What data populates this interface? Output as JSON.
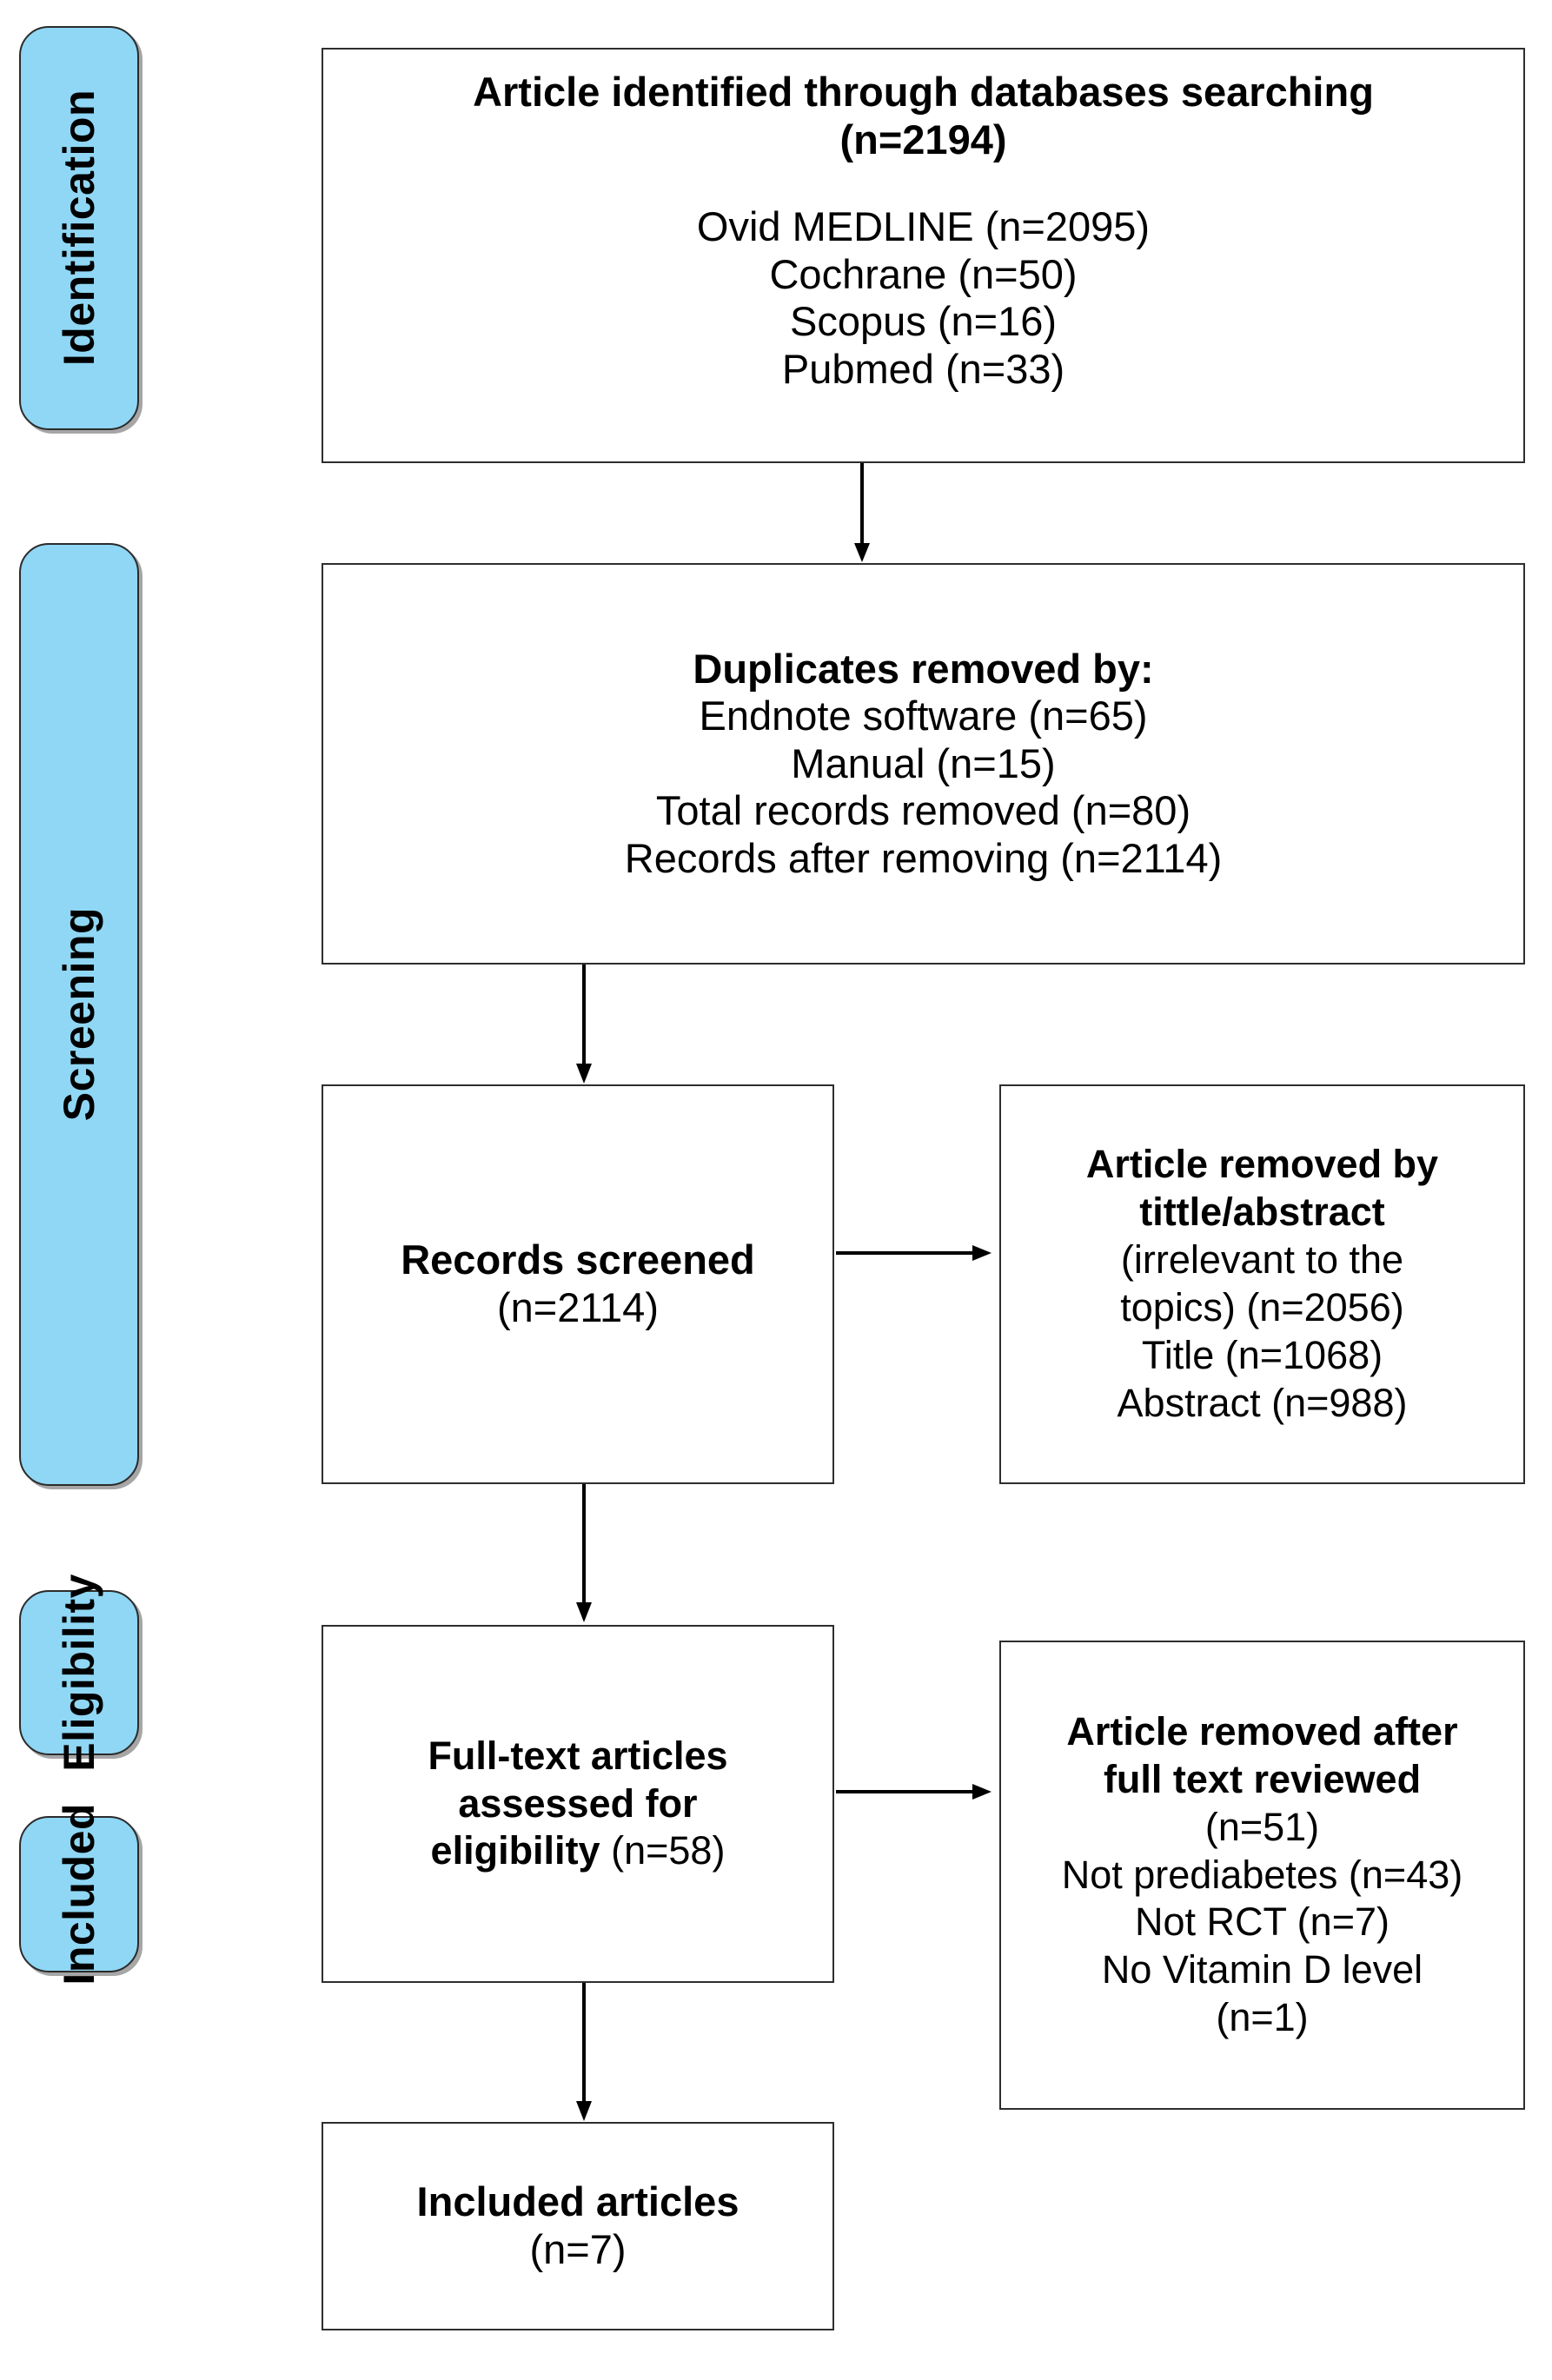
{
  "diagram": {
    "title": "PRISMA flow diagram",
    "accent_color": "#8FD7F4",
    "border_color": "#2e2e2e",
    "background_color": "#FFFFFF"
  },
  "stages": [
    {
      "label": "Identification"
    },
    {
      "label": "Screening"
    },
    {
      "label": "Eligibility"
    },
    {
      "label": "Included"
    }
  ],
  "boxes": {
    "identification": {
      "title": "Article identified through databases searching",
      "title_count": "(n=2194)",
      "lines": [
        "Ovid MEDLINE (n=2095)",
        "Cochrane (n=50)",
        "Scopus (n=16)",
        "Pubmed (n=33)"
      ]
    },
    "duplicates": {
      "title": "Duplicates removed by:",
      "lines": [
        "Endnote software (n=65)",
        "Manual (n=15)",
        "Total records removed (n=80)",
        "Records after removing (n=2114)"
      ]
    },
    "records_screened": {
      "title": "Records screened",
      "count": "(n=2114)"
    },
    "removed_title_abstract": {
      "title_line1": "Article removed by",
      "title_line2": "tittle/abstract",
      "lines": [
        "(irrelevant to the",
        "topics) (n=2056)",
        "Title (n=1068)",
        "Abstract (n=988)"
      ]
    },
    "fulltext_assessed": {
      "title_line1": "Full-text articles",
      "title_line2": "assessed for",
      "title_line3": "eligibility",
      "count": "(n=58)"
    },
    "removed_fulltext": {
      "title_line1": "Article removed after",
      "title_line2": "full text reviewed",
      "lines": [
        "(n=51)",
        "Not prediabetes (n=43)",
        "Not RCT (n=7)",
        "No Vitamin D level",
        "(n=1)"
      ]
    },
    "included": {
      "title": "Included articles",
      "count": "(n=7)"
    }
  },
  "chart_data": {
    "type": "diagram",
    "title": "PRISMA flow diagram of study selection",
    "nodes": [
      {
        "id": "identification",
        "stage": "Identification",
        "label": "Article identified through databases searching",
        "n": 2194,
        "breakdown": [
          {
            "source": "Ovid MEDLINE",
            "n": 2095
          },
          {
            "source": "Cochrane",
            "n": 50
          },
          {
            "source": "Scopus",
            "n": 16
          },
          {
            "source": "Pubmed",
            "n": 33
          }
        ]
      },
      {
        "id": "duplicates",
        "stage": "Screening",
        "label": "Duplicates removed by:",
        "breakdown": [
          {
            "source": "Endnote software",
            "n": 65
          },
          {
            "source": "Manual",
            "n": 15
          },
          {
            "source": "Total records removed",
            "n": 80
          },
          {
            "source": "Records after removing",
            "n": 2114
          }
        ]
      },
      {
        "id": "records_screened",
        "stage": "Screening",
        "label": "Records screened",
        "n": 2114
      },
      {
        "id": "removed_title_abstract",
        "stage": "Screening",
        "label": "Article removed by tittle/abstract",
        "n": 2056,
        "breakdown": [
          {
            "source": "irrelevant to the topics",
            "n": 2056
          },
          {
            "source": "Title",
            "n": 1068
          },
          {
            "source": "Abstract",
            "n": 988
          }
        ]
      },
      {
        "id": "fulltext_assessed",
        "stage": "Eligibility",
        "label": "Full-text articles assessed for eligibility",
        "n": 58
      },
      {
        "id": "removed_fulltext",
        "stage": "Eligibility",
        "label": "Article removed after full text reviewed",
        "n": 51,
        "breakdown": [
          {
            "source": "Not prediabetes",
            "n": 43
          },
          {
            "source": "Not RCT",
            "n": 7
          },
          {
            "source": "No Vitamin D level",
            "n": 1
          }
        ]
      },
      {
        "id": "included",
        "stage": "Included",
        "label": "Included articles",
        "n": 7
      }
    ],
    "edges": [
      {
        "from": "identification",
        "to": "duplicates",
        "direction": "down"
      },
      {
        "from": "duplicates",
        "to": "records_screened",
        "direction": "down"
      },
      {
        "from": "records_screened",
        "to": "removed_title_abstract",
        "direction": "right"
      },
      {
        "from": "records_screened",
        "to": "fulltext_assessed",
        "direction": "down"
      },
      {
        "from": "fulltext_assessed",
        "to": "removed_fulltext",
        "direction": "right"
      },
      {
        "from": "fulltext_assessed",
        "to": "included",
        "direction": "down"
      }
    ]
  }
}
